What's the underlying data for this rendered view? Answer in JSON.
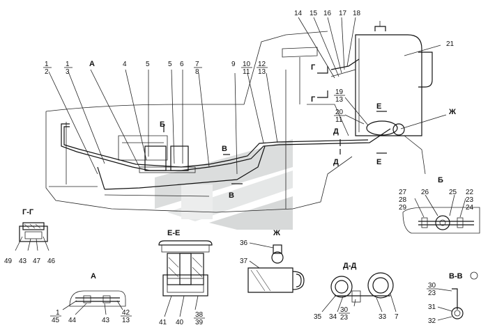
{
  "sections": {
    "g_g": "Г-Г",
    "e_e": "Е-Е",
    "zh": "Ж",
    "d_d": "Д-Д",
    "v_v": "В-В",
    "a": "А",
    "b": "Б"
  },
  "view_markers": {
    "g_top": "Г",
    "g_bottom": "Г",
    "b_arrow": "Б",
    "v_top": "В",
    "v_bottom": "В",
    "d_top": "Д",
    "d_bottom": "Д",
    "e_top": "Е",
    "e_bottom": "Е",
    "zh_arrow": "Ж",
    "a_leader": "А"
  },
  "callouts_main": {
    "c1a": "1",
    "c2a": "2",
    "c1b": "1",
    "c3": "3",
    "c4": "4",
    "c5a": "5",
    "c5b": "5",
    "c6": "6",
    "c7": "7",
    "c8": "8",
    "c9": "9",
    "c10": "10",
    "c11": "11",
    "c12": "12",
    "c13": "13",
    "c14": "14",
    "c15": "15",
    "c16": "16",
    "c17": "17",
    "c18": "18",
    "c21": "21",
    "c19": "19",
    "c13b": "13",
    "c20": "20",
    "c11b": "11"
  },
  "callouts_b": {
    "c27": "27",
    "c28": "28",
    "c29": "29",
    "c26": "26",
    "c25": "25",
    "c22": "22",
    "c23": "23",
    "c24": "24"
  },
  "callouts_gg": {
    "c49": "49",
    "c43": "43",
    "c47": "47",
    "c46": "46"
  },
  "callouts_a": {
    "c1": "1",
    "c45": "45",
    "c44": "44",
    "c43": "43",
    "c42": "42",
    "c13": "13"
  },
  "callouts_ee": {
    "c41": "41",
    "c40": "40",
    "c38": "38",
    "c39": "39"
  },
  "callouts_zh": {
    "c36": "36",
    "c37": "37"
  },
  "callouts_dd": {
    "c35": "35",
    "c34": "34",
    "c30": "30",
    "c23": "23",
    "c33": "33",
    "c7": "7"
  },
  "callouts_vv": {
    "c30": "30",
    "c23": "23",
    "c31": "31",
    "c32": "32"
  }
}
